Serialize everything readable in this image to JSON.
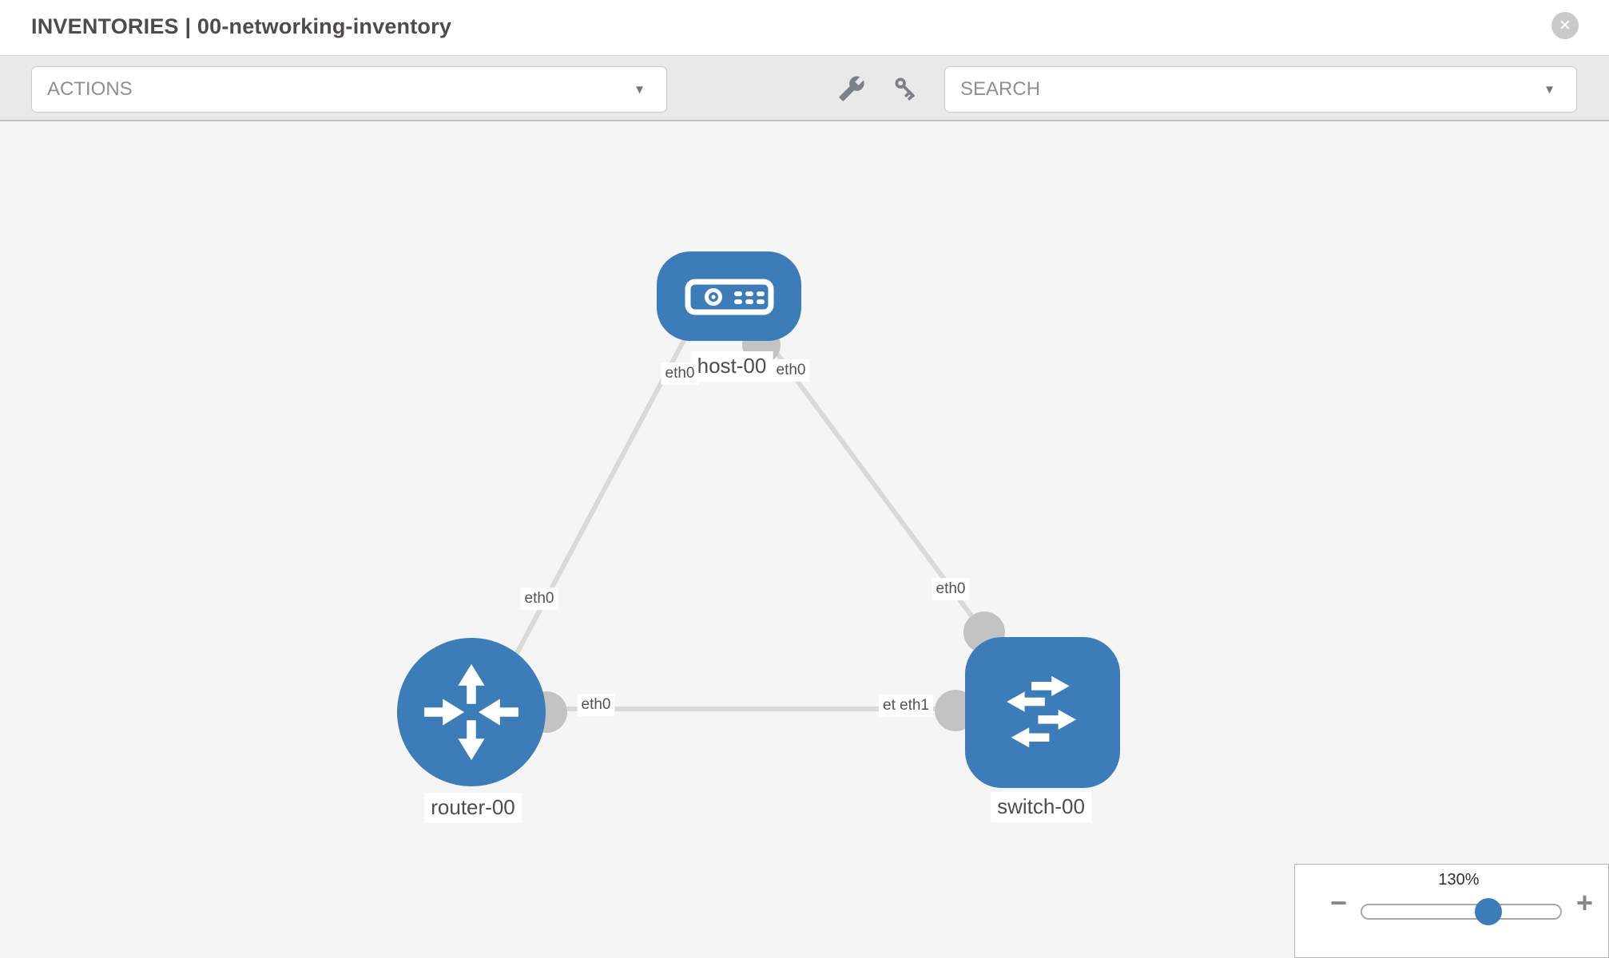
{
  "header": {
    "title": "INVENTORIES | 00-networking-inventory",
    "close_icon": "✕"
  },
  "toolbar": {
    "actions_label": "ACTIONS",
    "search_label": "SEARCH",
    "caret": "▼",
    "icons": [
      "wrench-icon",
      "key-icon"
    ]
  },
  "topology": {
    "nodes": [
      {
        "id": "host-00",
        "label": "host-00",
        "type": "host"
      },
      {
        "id": "router-00",
        "label": "router-00",
        "type": "router"
      },
      {
        "id": "switch-00",
        "label": "switch-00",
        "type": "switch"
      }
    ],
    "links": [
      {
        "from": "host-00",
        "to": "router-00",
        "from_if": "eth0",
        "to_if": "eth0"
      },
      {
        "from": "host-00",
        "to": "switch-00",
        "from_if": "eth0",
        "to_if": "eth0"
      },
      {
        "from": "router-00",
        "to": "switch-00",
        "from_if": "eth0",
        "to_if": "eth1"
      }
    ],
    "interface_labels": {
      "host_left": "eth0",
      "host_right": "eth0",
      "router_top": "eth0",
      "switch_top": "eth0",
      "link_router_side": "eth0",
      "link_switch_under": "eth1",
      "link_switch_over": "eth1"
    }
  },
  "zoom_control": {
    "value": "130%",
    "minus": "−",
    "plus": "+"
  },
  "colors": {
    "node_blue": "#3c7cb8",
    "link_gray": "#d9d9d9",
    "connector_gray": "#c3c3c3",
    "thumb_blue": "#3c7cb8"
  }
}
